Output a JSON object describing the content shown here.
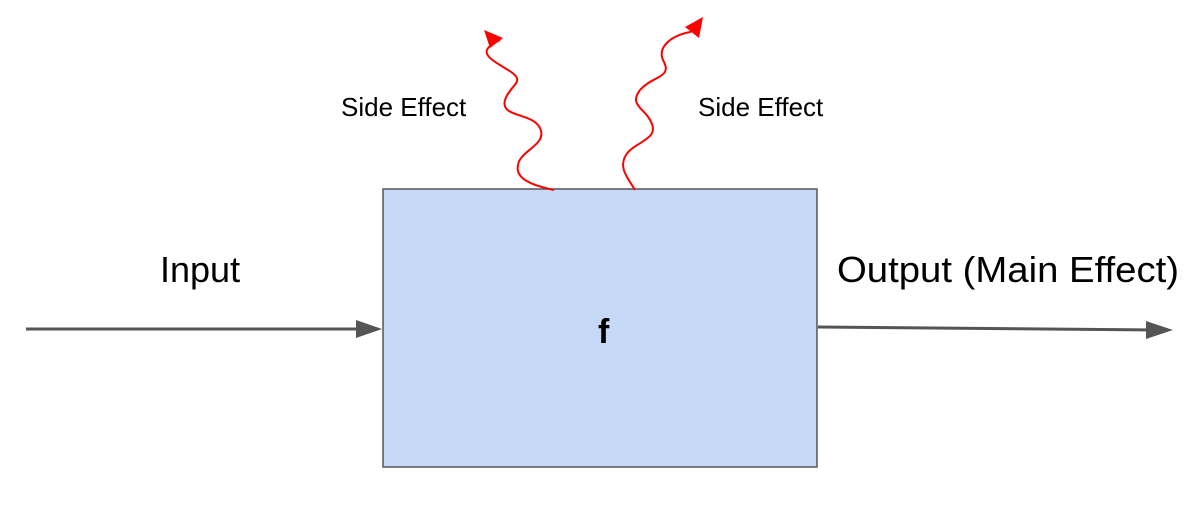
{
  "diagram": {
    "function_label": "f",
    "input_label": "Input",
    "output_label": "Output (Main Effect)",
    "side_effect_left_label": "Side Effect",
    "side_effect_right_label": "Side Effect"
  },
  "colors": {
    "box_fill": "#c6d9f6",
    "box_stroke": "#555555",
    "arrow": "#555555",
    "side_effect_arrow": "#ff0000",
    "text": "#000000"
  }
}
